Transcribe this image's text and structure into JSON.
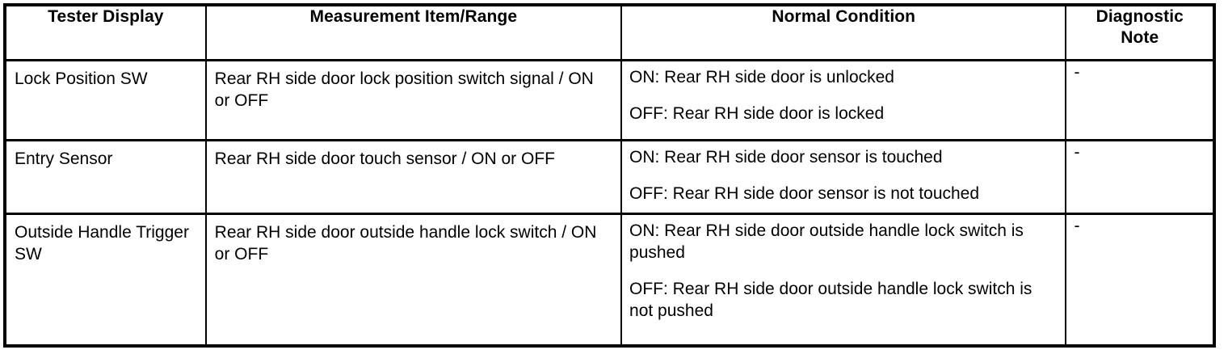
{
  "table": {
    "headers": [
      {
        "lines": [
          "Tester Display"
        ]
      },
      {
        "lines": [
          "Measurement Item/Range"
        ]
      },
      {
        "lines": [
          "Normal Condition"
        ]
      },
      {
        "lines": [
          "Diagnostic",
          "Note"
        ]
      }
    ],
    "rows": [
      {
        "tester_display": "Lock Position SW",
        "measurement": "Rear RH side door lock position switch signal / ON or OFF",
        "condition_on": "ON: Rear RH side door is unlocked",
        "condition_off": "OFF: Rear RH side door is locked",
        "diagnostic_note": "-"
      },
      {
        "tester_display": "Entry Sensor",
        "measurement": "Rear RH side door touch sensor / ON or OFF",
        "condition_on": "ON: Rear RH side door sensor is touched",
        "condition_off": "OFF: Rear RH side door sensor is not touched",
        "diagnostic_note": "-"
      },
      {
        "tester_display": "Outside Handle Trigger SW",
        "measurement": "Rear RH side door outside handle lock switch / ON or OFF",
        "condition_on": "ON: Rear RH side door outside handle lock switch is pushed",
        "condition_off": "OFF: Rear RH side door outside handle lock switch is not pushed",
        "diagnostic_note": "-"
      }
    ]
  },
  "colors": {
    "border": "#000000",
    "text": "#000000",
    "background": "#ffffff"
  }
}
